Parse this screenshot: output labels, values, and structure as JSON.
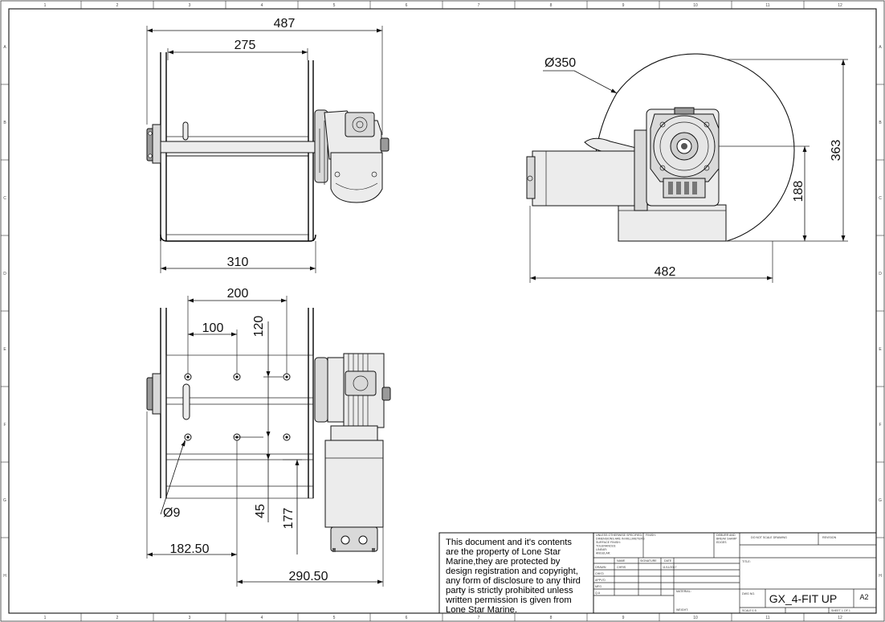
{
  "border": {
    "columns": [
      "1",
      "2",
      "3",
      "4",
      "5",
      "6",
      "7",
      "8",
      "9",
      "10",
      "11",
      "12"
    ],
    "rows": [
      "A",
      "B",
      "C",
      "D",
      "E",
      "F",
      "G",
      "H"
    ]
  },
  "views": {
    "top_view": {
      "overall_width": "487",
      "drum_width": "275",
      "frame_width": "310"
    },
    "side_view": {
      "drum_diameter": "Ø350",
      "overall_height": "363",
      "axle_height": "188",
      "overall_length": "482"
    },
    "bottom_view": {
      "hole_spacing_x": "200",
      "hole_spacing_half": "100",
      "hole_spacing_y": "120",
      "hole_diameter": "Ø9",
      "offset_45": "45",
      "offset_177": "177",
      "offset_182": "182.50",
      "offset_290": "290.50"
    }
  },
  "notice_lines": [
    "This document and it's contents",
    "are the property of Lone Star",
    "Marine,they are protected by",
    "design registration and copyright,",
    "any form of disclosure to any third",
    "party is strictly prohibited unless",
    "written permission is given from",
    "Lone Star Marine."
  ],
  "title_block": {
    "unless_note_lines": [
      "UNLESS OTHERWISE SPECIFIED:",
      "DIMENSIONS ARE IN MILLIMETERS",
      "SURFACE FINISH:",
      "TOLERANCES:",
      "  LINEAR:",
      "  ANGULAR:"
    ],
    "finish_label": "FINISH:",
    "deburr_lines": [
      "DEBURR AND",
      "BREAK SHARP",
      "EDGES"
    ],
    "do_not_scale": "DO NOT SCALE DRAWING",
    "revision_label": "REVISION",
    "col_name": "NAME",
    "col_signature": "SIGNATURE",
    "col_date": "DATE",
    "row_drawn": "DRAWN",
    "row_chkd": "CHK'D",
    "row_appvd": "APPV'D",
    "row_mfg": "MFG",
    "row_qa": "Q.A",
    "drawn_name": "CHRIS",
    "drawn_date": "11/11/2017",
    "title_label": "TITLE:",
    "material_label": "MATERIAL:",
    "dwg_no_label": "DWG NO.",
    "dwg_no": "GX_4-FIT UP",
    "sheet_size": "A2",
    "weight_label": "WEIGHT:",
    "scale_label": "SCALE:1:5",
    "sheet_label": "SHEET 1 OF 1"
  }
}
